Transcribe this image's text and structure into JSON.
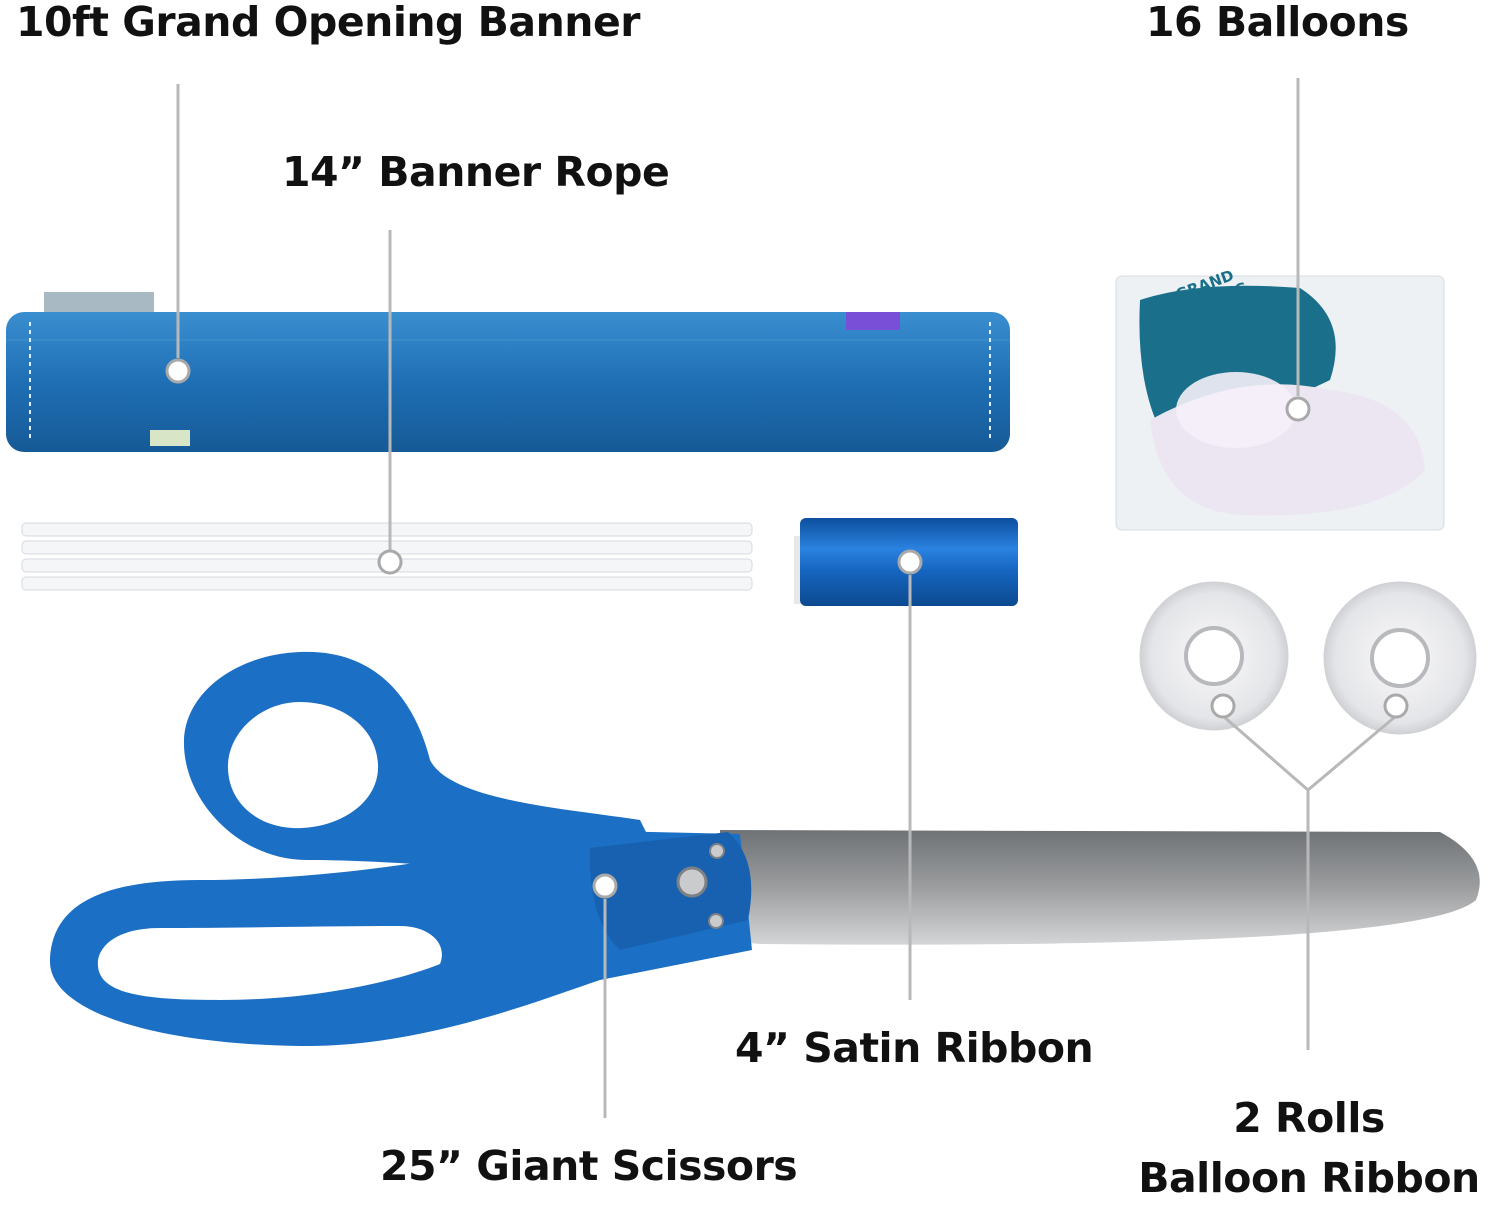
{
  "labels": {
    "banner": "10ft Grand Opening Banner",
    "balloons": "16 Balloons",
    "rope": "14” Banner Rope",
    "satin_ribbon": "4” Satin Ribbon",
    "rolls_line1": "2 Rolls",
    "rolls_line2": "Balloon Ribbon",
    "scissors": "25” Giant Scissors"
  },
  "balloon_print": [
    "GRAND",
    "OPENING"
  ],
  "colors": {
    "banner_blue": "#1f6fb5",
    "satin_blue": "#1565c0",
    "scissor_blue": "#1b6fc4",
    "balloon_teal": "#1a6f8a",
    "balloon_white": "#ece6f2",
    "rope_white": "#f4f6f8",
    "blade_gray": "#8d8f91",
    "callout_gray": "#b8b8b8"
  }
}
